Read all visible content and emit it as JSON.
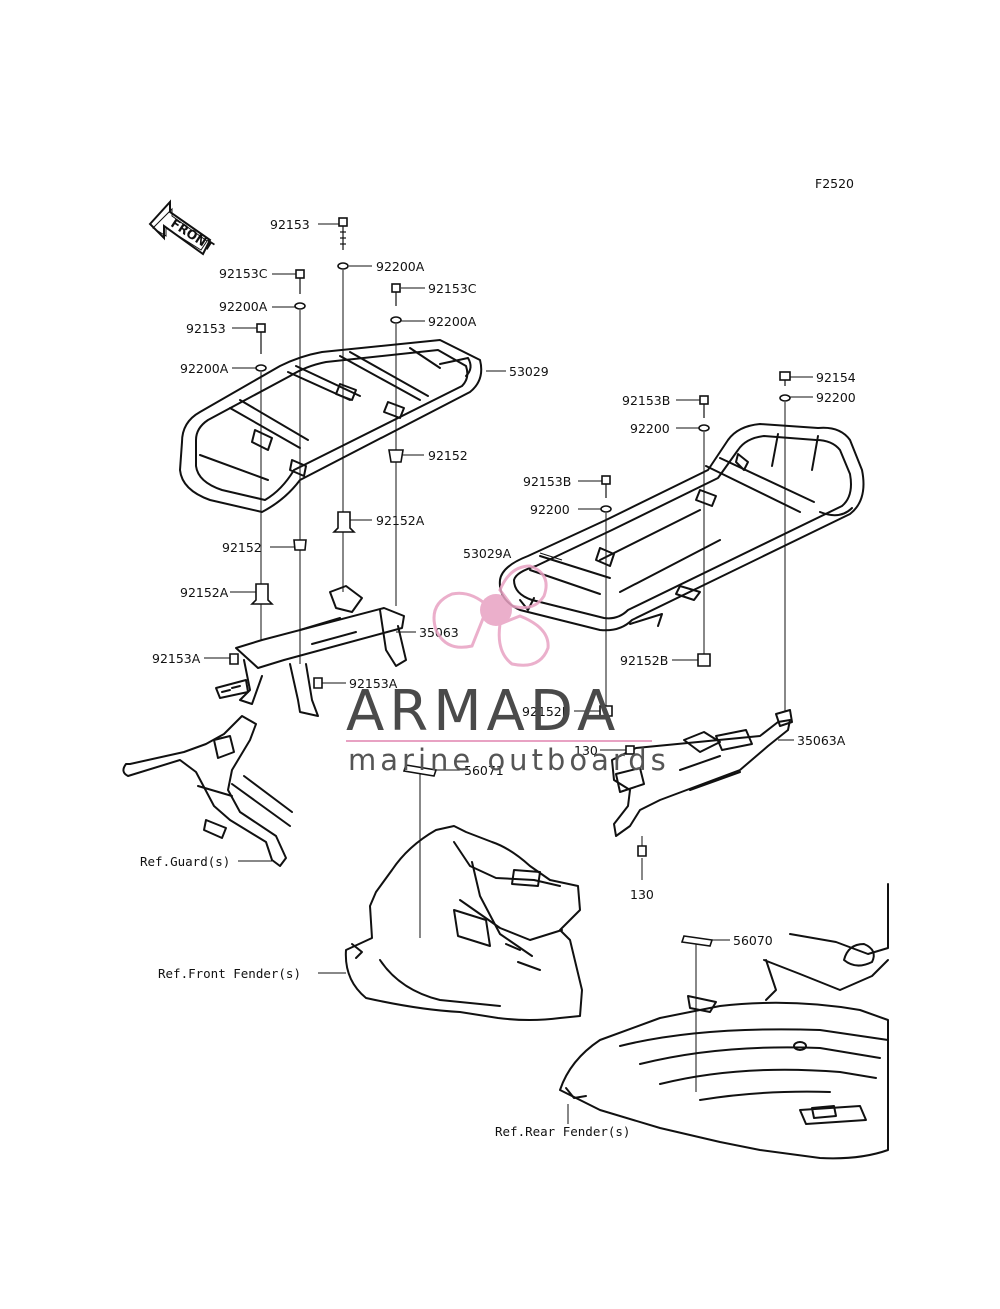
{
  "figure_code": "F2520",
  "direction_arrow": {
    "text": "FRONT",
    "icon": "front-direction-arrow-icon"
  },
  "watermark": {
    "brand": "ARMADA",
    "tagline": "marine outboards",
    "logo_icon": "propeller-logo-icon",
    "logo_color": "#e8a2c3",
    "line_color": "#e8a2c3"
  },
  "callouts": {
    "c92153_top": "92153",
    "c92200A_top": "92200A",
    "c92153C_left": "92153C",
    "c92200A_left": "92200A",
    "c92153C_right": "92153C",
    "c92200A_right": "92200A",
    "c92153_left": "92153",
    "c92200A_leftlow": "92200A",
    "c53029": "53029",
    "c92152_right": "92152",
    "c92152A_mid": "92152A",
    "c92152_left": "92152",
    "c92152A_left": "92152A",
    "c35063": "35063",
    "c92153A_left": "92153A",
    "c92153A_mid": "92153A",
    "c92154": "92154",
    "c92200_r1": "92200",
    "c92153B_r": "92153B",
    "c92200_r2": "92200",
    "c92153B_m": "92153B",
    "c92200_m": "92200",
    "c53029A": "53029A",
    "c92152B_r": "92152B",
    "c92152B_m": "92152B",
    "c130_top": "130",
    "c35063A": "35063A",
    "c130_bottom": "130",
    "c56071": "56071",
    "c56070": "56070"
  },
  "references": {
    "guard": "Ref.Guard(s)",
    "front_fender": "Ref.Front Fender(s)",
    "rear_fender": "Ref.Rear Fender(s)"
  }
}
